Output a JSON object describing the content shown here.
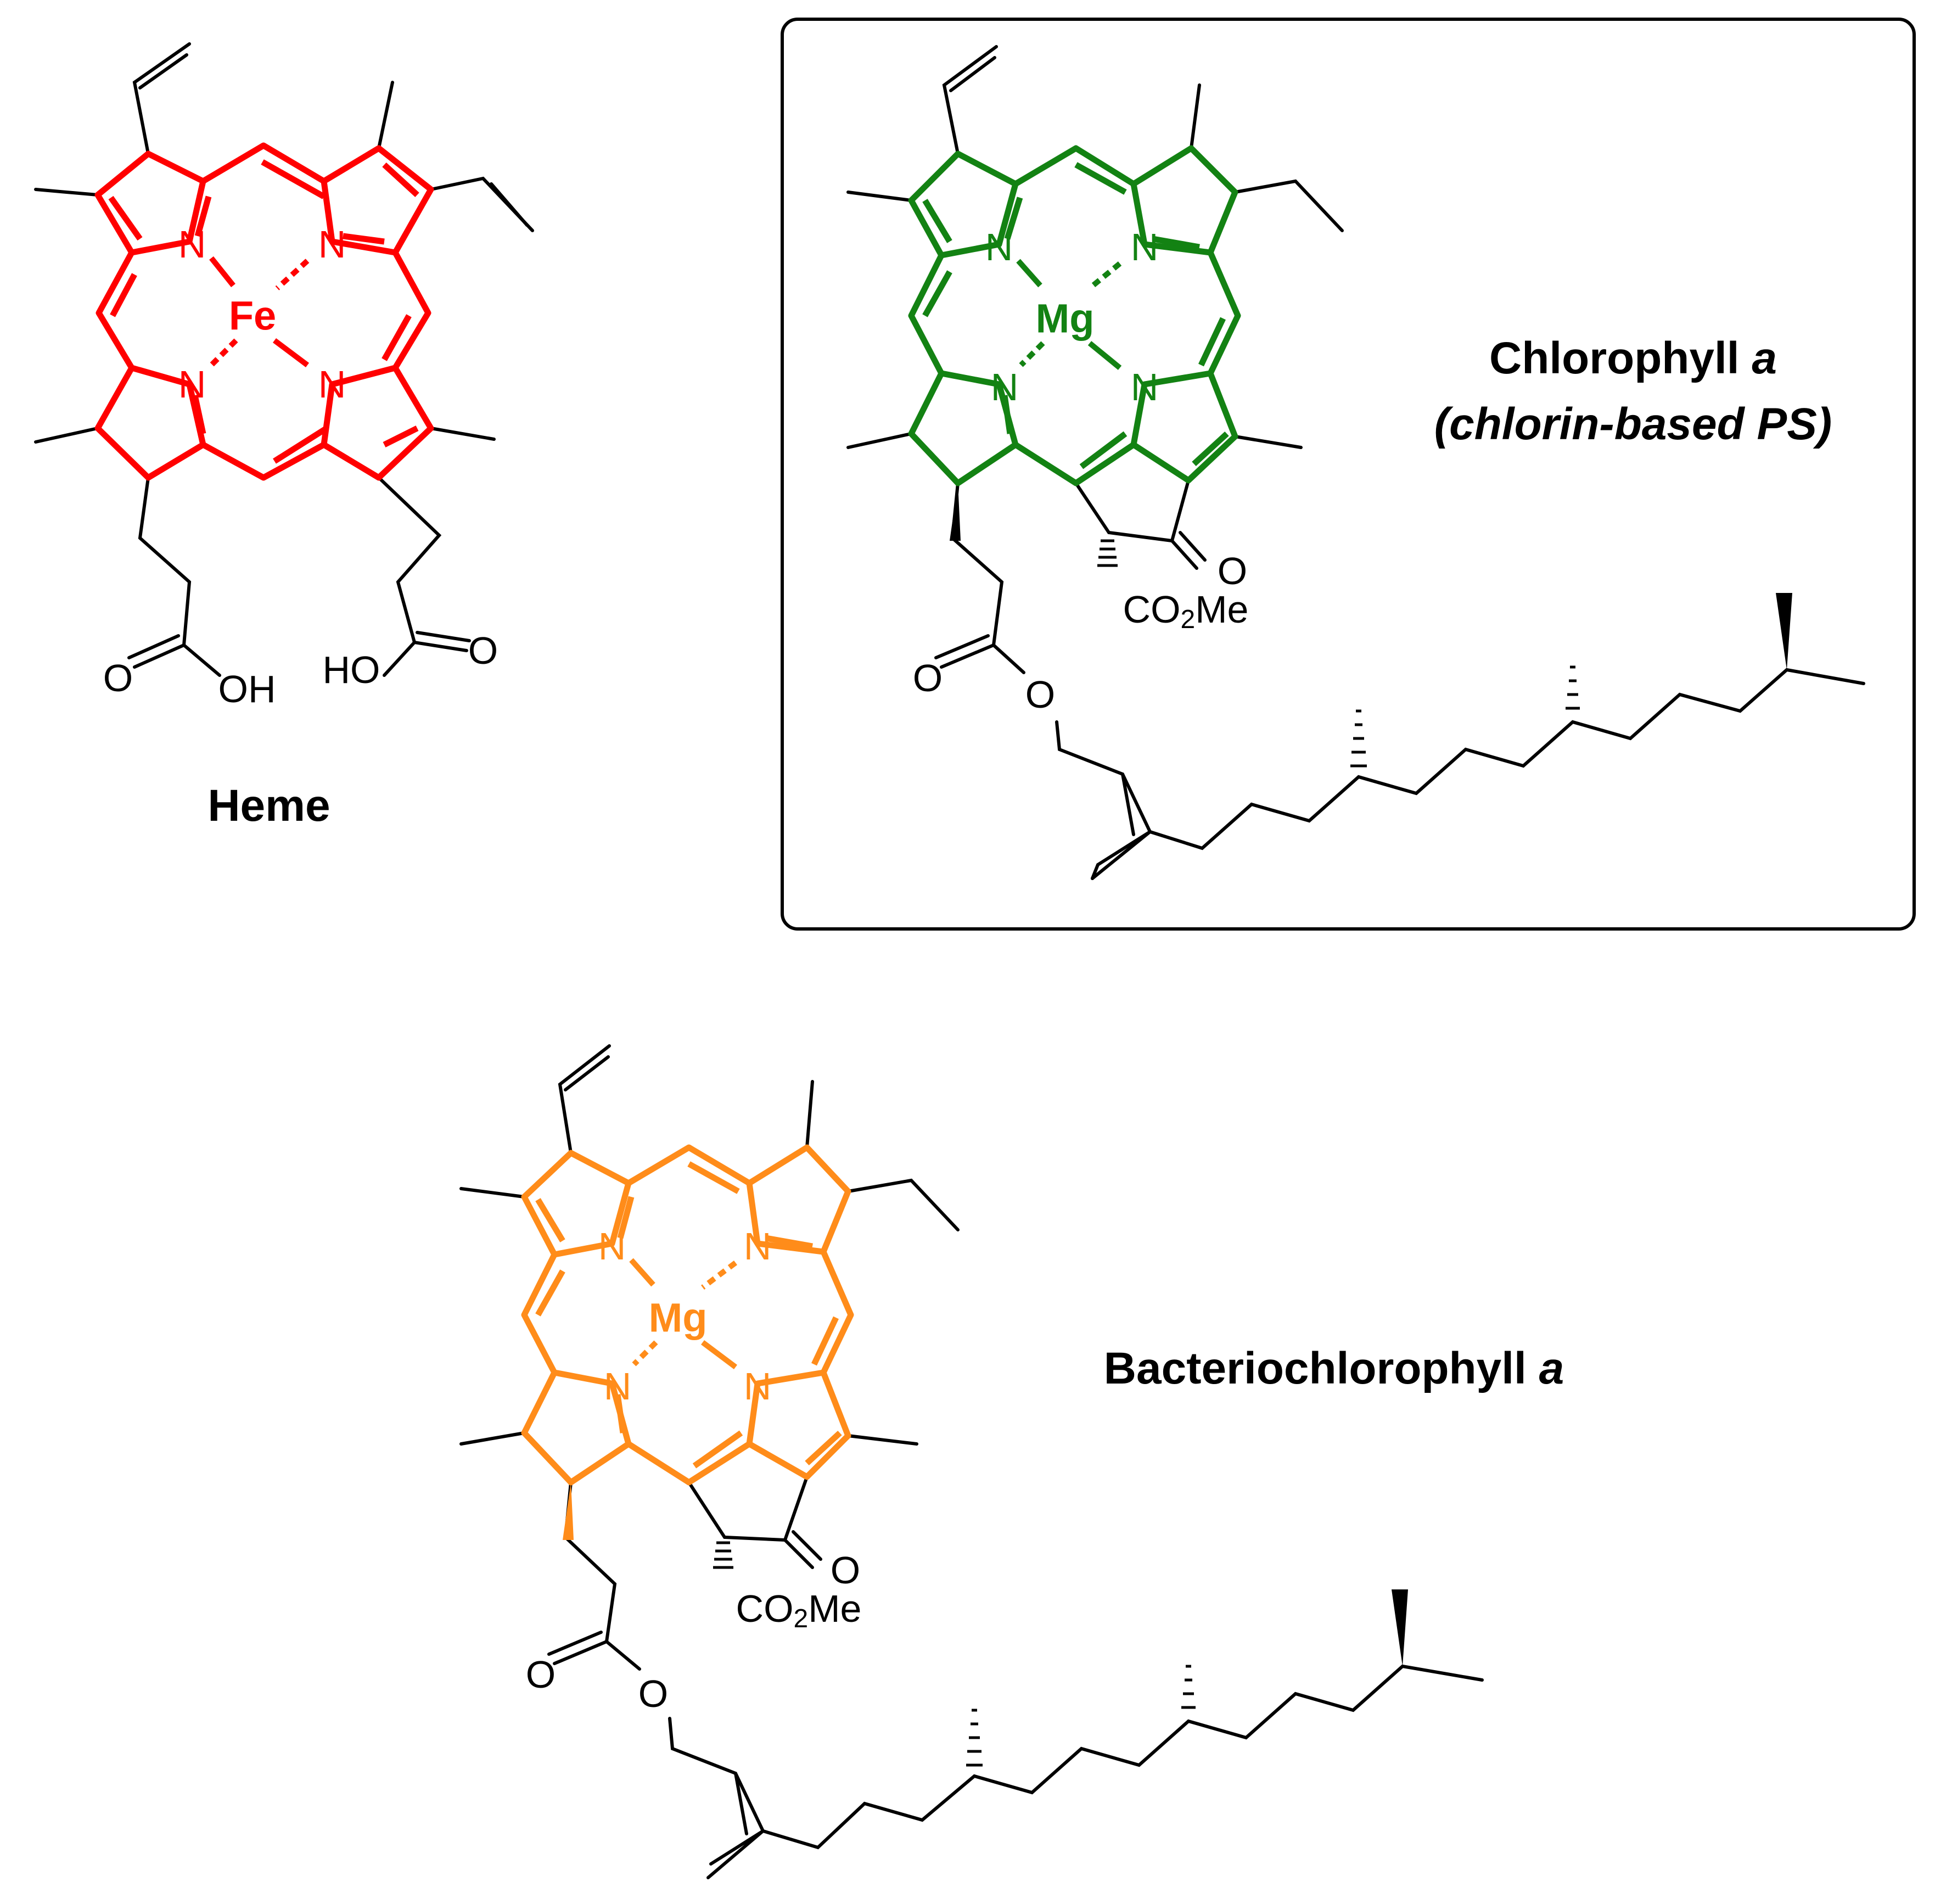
{
  "colors": {
    "heme": "#ff0000",
    "chlorophyll": "#138213",
    "bacterio": "#ff8c1a",
    "chain": "#000000"
  },
  "heme": {
    "name": "Heme",
    "metal": "Fe",
    "n": "N",
    "o": "O",
    "oh": "OH",
    "ho": "HO"
  },
  "chl": {
    "name_line1": "Chlorophyll a",
    "name_line2": "(chlorin-based PS)",
    "metal": "Mg",
    "n": "N",
    "o": "O",
    "ester": "CO2Me"
  },
  "bchl": {
    "name": "Bacteriochlorophyll a",
    "metal": "Mg",
    "n": "N",
    "o": "O",
    "ester": "CO2Me"
  }
}
